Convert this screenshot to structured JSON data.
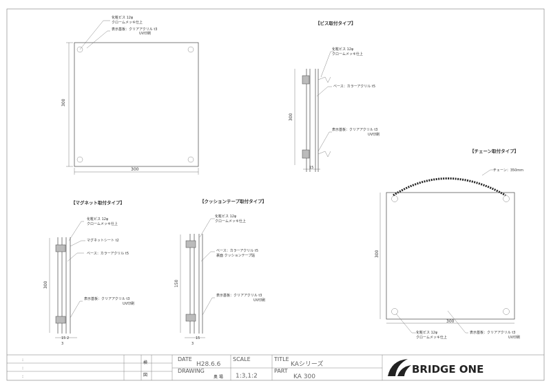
{
  "views": {
    "front": {
      "screw_note_1": "化粧ビス 12φ",
      "screw_note_2": "クロームメッキ仕上",
      "plate_note_1": "表示基板：クリアアクリル t3",
      "plate_note_2": "UV印刷",
      "width_dim": "300",
      "height_dim": "300"
    },
    "screw_type": {
      "title": "【ビス取付タイプ】",
      "screw_note_1": "化粧ビス 12φ",
      "screw_note_2": "クロームメッキ仕上",
      "base_note": "ベース：カラーアクリル t5",
      "plate_note_1": "表示基板：クリアアクリル t3",
      "plate_note_2": "UV印刷",
      "height_dim": "300",
      "bottom_dims": "15"
    },
    "magnet_type": {
      "title": "【マグネット取付タイプ】",
      "screw_note_1": "化粧ビス 12φ",
      "screw_note_2": "クロームメッキ仕上",
      "magnet_note": "マグネットシート t2",
      "base_note": "ベース：カラーアクリル t5",
      "plate_note_1": "表示基板：クリアアクリル t3",
      "plate_note_2": "UV印刷",
      "height_dim": "300",
      "bottom_dims": "15 2",
      "bottom_dim_3": "3"
    },
    "cushion_type": {
      "title": "【クッションテープ取付タイプ】",
      "screw_note_1": "化粧ビス 12φ",
      "screw_note_2": "クロームメッキ仕上",
      "base_note_1": "ベース：カラーアクリル t5",
      "base_note_2": "裏面 クッションテープ貼",
      "plate_note_1": "表示基板：クリアアクリル t3",
      "plate_note_2": "UV印刷",
      "height_dim": "150",
      "bottom_dims": "15",
      "bottom_dim_3": "3"
    },
    "chain_type": {
      "title": "【チェーン取付タイプ】",
      "chain_note": "チェーン：350mm",
      "screw_note_1": "化粧ビス 12φ",
      "screw_note_2": "クロームメッキ仕上",
      "plate_note_1": "表示基板：クリアアクリル t3",
      "plate_note_2": "UV印刷",
      "width_dim": "300",
      "height_dim": "300"
    }
  },
  "title_block": {
    "colon_rows": [
      ":",
      ":",
      ":"
    ],
    "col_label_1": "検",
    "col_label_2": "図",
    "date_label": "DATE",
    "date_value": "H28.6.6",
    "scale_label": "SCALE",
    "scale_value": "1:3,1:2",
    "drawing_label": "DRAWING",
    "drawing_value": "奥 場",
    "title_label": "TITLE",
    "title_value": "KAシリーズ",
    "part_label": "PART",
    "part_value": "KA 300",
    "brand": "BRIDGE ONE"
  }
}
